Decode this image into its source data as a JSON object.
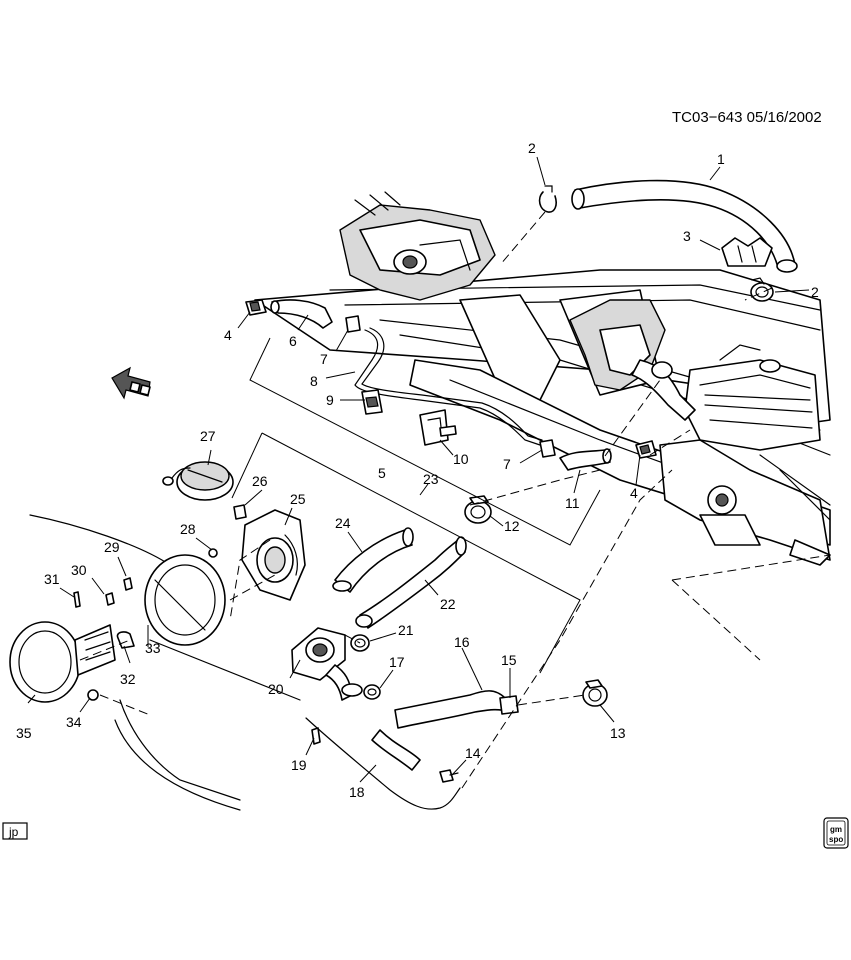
{
  "header": {
    "reference": "TC03−643  05/16/2002"
  },
  "artist_initials": "jp",
  "logo": {
    "top": "gm",
    "bottom": "spo"
  },
  "callouts": {
    "c1": "1",
    "c2a": "2",
    "c2b": "2",
    "c3": "3",
    "c4a": "4",
    "c4b": "4",
    "c5": "5",
    "c6": "6",
    "c7a": "7",
    "c7b": "7",
    "c8": "8",
    "c9": "9",
    "c10": "10",
    "c11": "11",
    "c12": "12",
    "c13": "13",
    "c14": "14",
    "c15": "15",
    "c16": "16",
    "c17": "17",
    "c18": "18",
    "c19": "19",
    "c20": "20",
    "c21": "21",
    "c22": "22",
    "c23": "23",
    "c24": "24",
    "c25": "25",
    "c26": "26",
    "c27": "27",
    "c28": "28",
    "c29": "29",
    "c30": "30",
    "c31": "31",
    "c32": "32",
    "c33": "33",
    "c34": "34",
    "c35": "35"
  }
}
